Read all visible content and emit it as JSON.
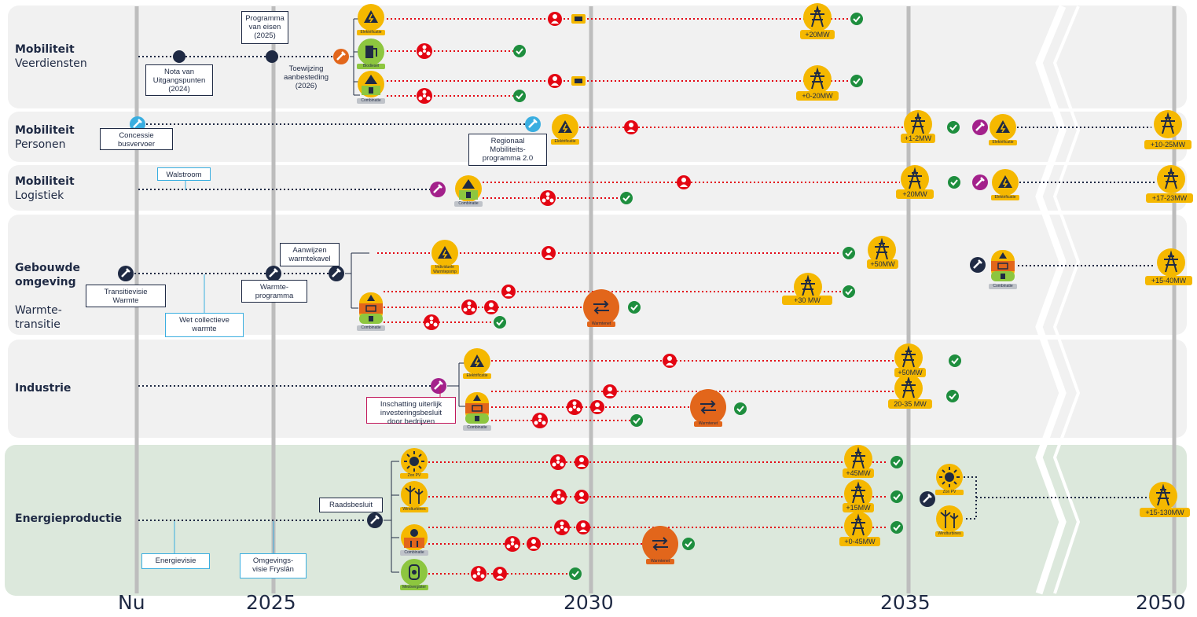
{
  "colors": {
    "band_grey": "#f1f1f1",
    "band_green": "#dce8dc",
    "navy": "#1f2a44",
    "red": "#e30613",
    "amber": "#f5b800",
    "orange": "#e2661b",
    "green": "#1e8e3e",
    "purple": "#a3218b",
    "lightblue": "#3aaee0",
    "axis_grey": "#bdbdbd"
  },
  "timeline": {
    "ticks": [
      "Nu",
      "2025",
      "2030",
      "2035",
      "2050"
    ]
  },
  "categories": {
    "mob_veer": {
      "bold": "Mobiliteit",
      "normal": "Veerdiensten"
    },
    "mob_pers": {
      "bold": "Mobiliteit",
      "normal": "Personen"
    },
    "mob_log": {
      "bold": "Mobiliteit",
      "normal": "Logistiek"
    },
    "gebouwd": {
      "bold": "Gebouwde\nomgeving",
      "normal": "Warmte-\ntransitie"
    },
    "industrie": {
      "bold": "Industrie",
      "normal": ""
    },
    "energie": {
      "bold": "Energieproductie",
      "normal": ""
    }
  },
  "milestones": {
    "programma_van_eisen": "Programma\nvan eisen\n(2025)",
    "nota": "Nota van\nUitgangspunten\n(2024)",
    "toewijzing": "Toewijzing\naanbesteding\n(2026)",
    "concessie": "Concessie\nbusvervoer",
    "regionaal": "Regionaal\nMobiliteits-\nprogramma 2.0",
    "walstroom": "Walstroom",
    "aanwijzen": "Aanwijzen\nwarmtekavel",
    "transitievisie": "Transitievisie\nWarmte",
    "warmteprogramma": "Warmte-\nprogramma",
    "wet": "Wet collectieve\nwarmte",
    "inschatting": "Inschatting uiterlijk\ninvesteringsbesluit\ndoor bedrijven",
    "raadsbesluit": "Raadsbesluit",
    "energievisie": "Energievisie",
    "omgevingsvisie": "Omgevings-\nvisie Fryslân"
  },
  "tech_labels": {
    "elektrificatie": "Elektrificatie",
    "biodiesel": "Biodiesel",
    "combinatie": "Combinatie",
    "ind_warmtepomp": "Individuele Warmtepomp",
    "warmtenet": "Warmtenet",
    "zon_pv": "Zon PV",
    "windturbines": "Windturbines",
    "mestvergister": "Mestvergister"
  },
  "capacity": {
    "v1": "+20MW",
    "v2": "+0-20MW",
    "p1": "+1-2MW",
    "p2": "+10-25MW",
    "l1": "+20MW",
    "l2": "+17-23MW",
    "g1": "+50MW",
    "g2": "+30 MW",
    "g3": "+15-40MW",
    "i1": "+50MW",
    "i2": "20-35 MW",
    "e1": "+45MW",
    "e2": "+15MW",
    "e3": "+0-45MW",
    "e4": "+15-130MW"
  }
}
